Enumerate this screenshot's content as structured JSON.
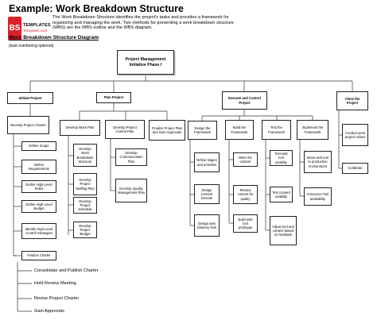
{
  "header": {
    "title": "Example: Work Breakdown Structure",
    "intro": "The Work Breakdown Structure identifies the project's tasks and provides a framework for organizing and managing the work. Two methods for presenting a work breakdown structure (WBS) are the WBS outline and the WBS diagram.",
    "diagram_heading": "Work Breakdown Structure Diagram",
    "note": "(task numbering optional)"
  },
  "logo": {
    "mark": "BS",
    "word": "TEMPLATES",
    "sub": "Templates.com"
  },
  "wbs": {
    "root": "Project Management Initiative Phase I",
    "initiate": {
      "label": "Initiate Project",
      "sub": "Develop Project Charter",
      "items": [
        "Define Scope",
        "Define Requirements",
        "Define High-Level Roles",
        "Define High-Level Budget",
        "Identify High-Level Control Strategies",
        "Finalize Charter"
      ]
    },
    "plan": {
      "label": "Plan Project",
      "dev_work_plan": "Develop Work Plan",
      "work_plan_items": [
        "Develop Work Breakdown Structure",
        "Develop Project Staffing Plan",
        "Develop Project Schedule",
        "Develop Project Budget"
      ],
      "control_plan": "Develop Project Control Plan",
      "control_items": [
        "Develop Communication Plan",
        "Develop Quality Management Plan"
      ],
      "finalize": "Finalize Project Plan and Gain Approvals"
    },
    "execute": {
      "label": "Execute and Control Project",
      "design": {
        "label": "Design the Framework",
        "items": [
          "Define stages and activities",
          "Design Content formats",
          "Design web Delivery Tool"
        ]
      },
      "build": {
        "label": "Build the Framework",
        "items": [
          "Write the content",
          "Review content for quality",
          "Build web tool prototype"
        ]
      },
      "test": {
        "label": "Test the Framework",
        "items": [
          "Test web tool usability",
          "Test content usability",
          "Adjust tool and content based on feedback"
        ]
      },
      "implement": {
        "label": "Implement the Framework",
        "items": [
          "Move web tool to production environment",
          "Announce Tool availability"
        ]
      }
    },
    "close": {
      "label": "Close the Project",
      "items": [
        "Conduct post project review",
        "Celebrate"
      ]
    }
  },
  "bottom_list": [
    "Consolidate and Publish Charter",
    "Hold Review Meeting",
    "Revise Project Charter",
    "Gain Approvals"
  ]
}
